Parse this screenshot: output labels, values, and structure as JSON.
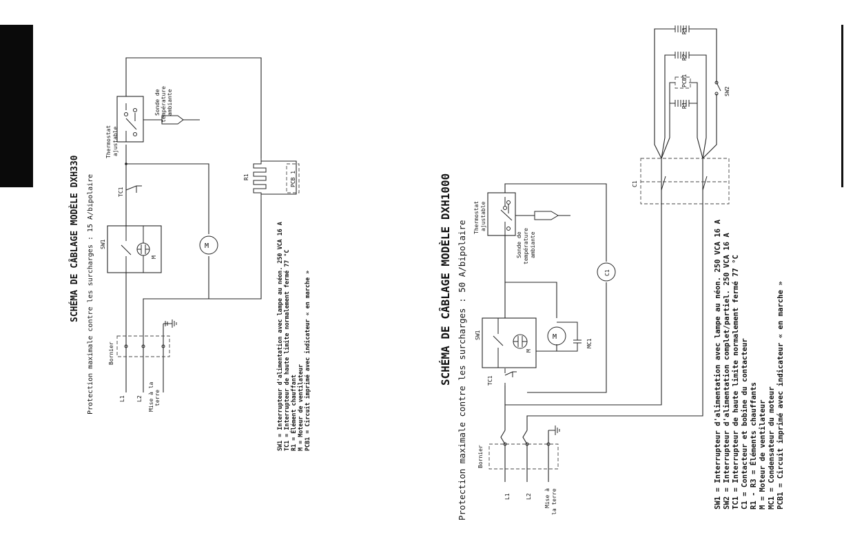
{
  "left": {
    "title": "SCHÉMA DE CÂBLAGE MODÈLE DXH330",
    "subtitle": "Protection maximale contre les surcharges : 15 A/bipolaire",
    "labels": {
      "thermostat": "Thermostat",
      "thermostat2": "ajustable",
      "sonde1": "Sonde de",
      "sonde2": "température",
      "sonde3": "ambiante",
      "tc1": "TC1",
      "sw1": "SW1",
      "m": "M",
      "r1": "R1",
      "pcb1": "PCB 1",
      "bornier": "Bornier",
      "l1": "L1",
      "l2": "L2",
      "terre1": "Mise à la",
      "terre2": "terre"
    },
    "legend": [
      "SW1 = Interrupteur d'alimentation avec lampe au néon. 250 VCA 16 A",
      "TC1 = Interrupteur de haute limite normalement fermé 77 °C",
      "R1 = Élément chauffant",
      "M = Moteur de ventilateur",
      "PCB1 = Circuit imprimé avec indicateur « en marche »"
    ]
  },
  "right": {
    "title": "SCHÉMA DE CÂBLAGE MODÈLE DXH1000",
    "subtitle": "Protection maximale contre les surcharges : 50 A/bipolaire",
    "labels": {
      "thermostat": "Thermostat",
      "thermostat2": "ajustable",
      "sonde1": "Sonde de",
      "sonde2": "température",
      "sonde3": "ambiante",
      "tc1": "TC1",
      "sw1": "SW1",
      "sw2": "SW2",
      "m": "M",
      "mc1": "MC1",
      "c1": "C1",
      "r1": "R1",
      "r2": "R2",
      "r3": "R3",
      "pcb1": "PCB1",
      "bornier": "Bornier",
      "l1": "L1",
      "l2": "L2",
      "terre1": "Mise à",
      "terre2": "la terre"
    },
    "legend": [
      "SW1 = Interrupteur d'alimentation avec lampe au néon. 250 VCA 16 A",
      "SW2 = Interrupteur d'alimentation complet/partiel. 250 VCA 16 A",
      "TC1 = Interrupteur de haute limite normalement fermé 77 °C",
      "C1 = Contacteur et bobine du contacteur",
      "R1 - R3 = Éléments chauffants",
      "M = Moteur de ventilateur",
      "MC1 = Condensateur du moteur",
      "PCB1 = Circuit imprimé avec indicateur « en marche »"
    ]
  }
}
